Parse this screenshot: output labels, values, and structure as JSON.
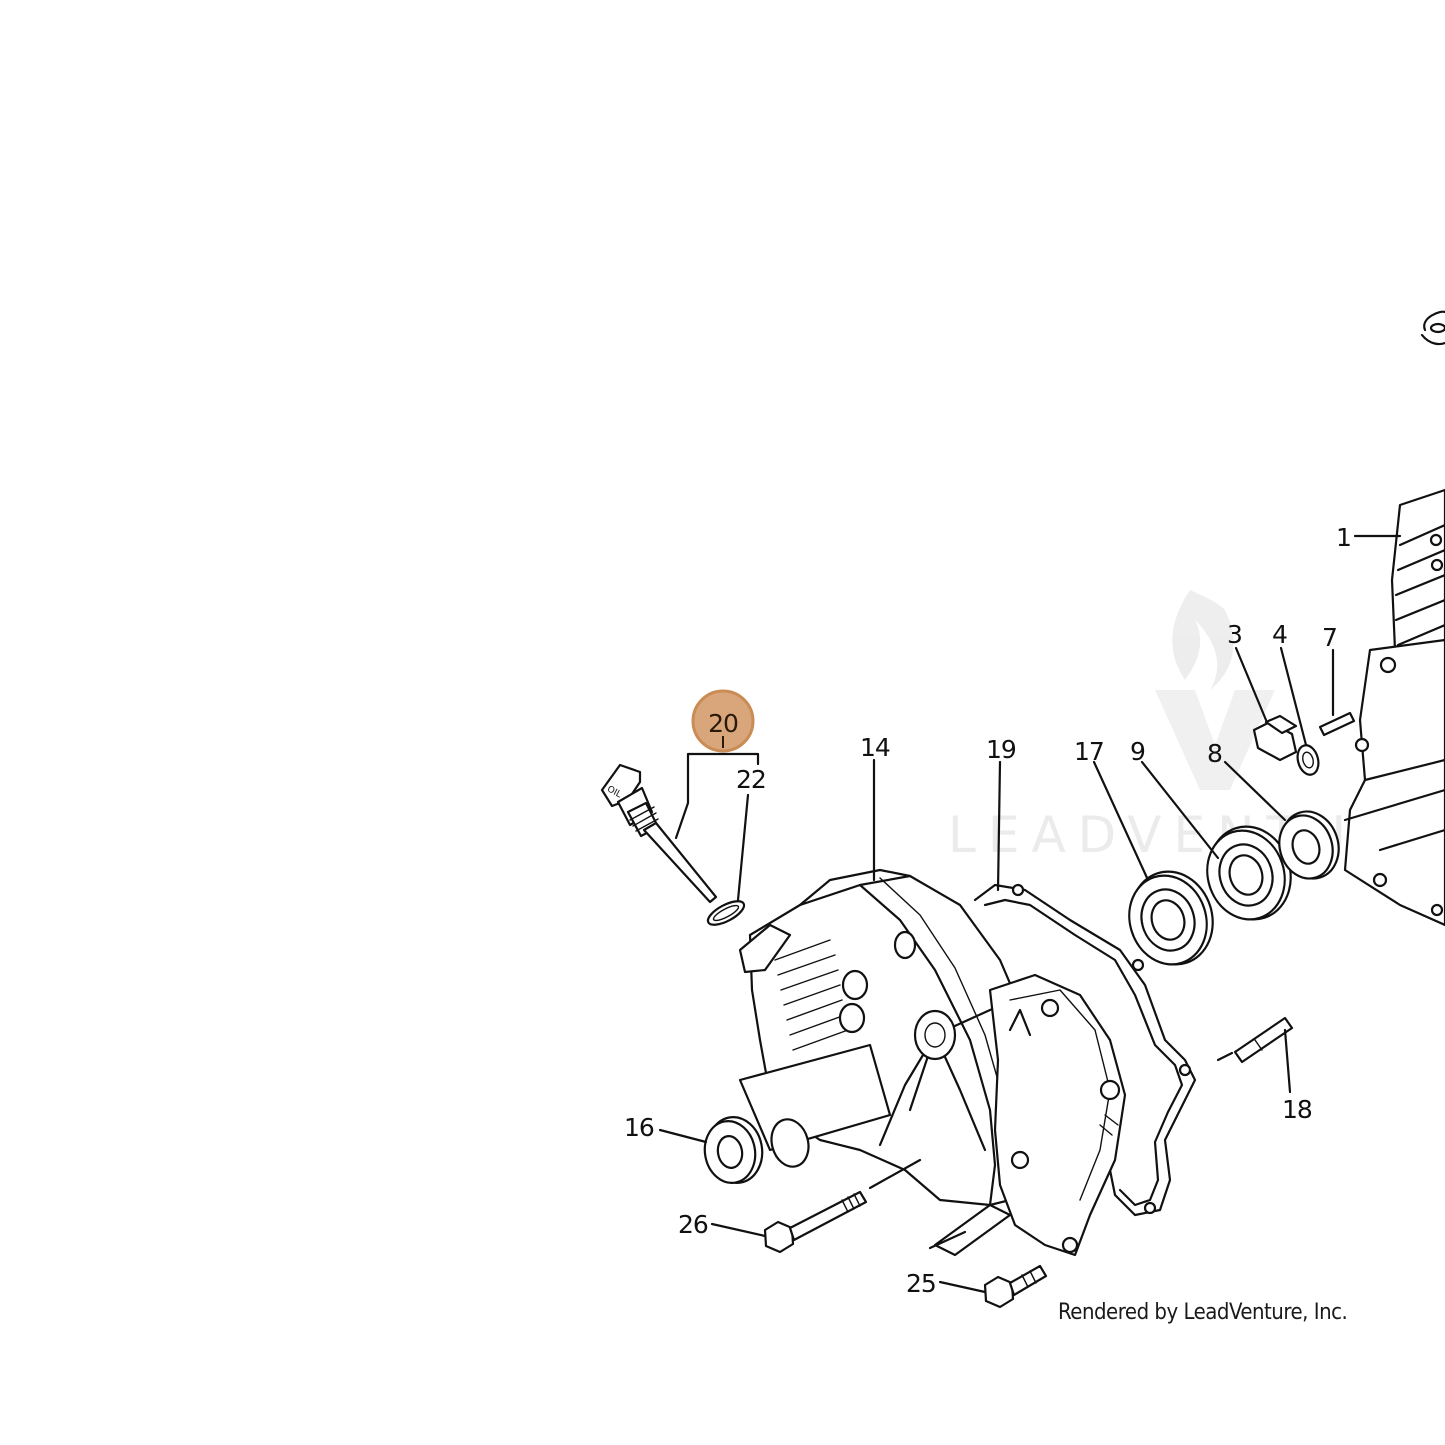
{
  "diagram": {
    "highlighted_callout": "20",
    "highlight_color": "#d9a57a",
    "callouts": {
      "c1": "1",
      "c3": "3",
      "c4": "4",
      "c7": "7",
      "c8": "8",
      "c9": "9",
      "c14": "14",
      "c16": "16",
      "c17": "17",
      "c18": "18",
      "c19": "19",
      "c20": "20",
      "c22": "22",
      "c25": "25",
      "c26": "26"
    },
    "dipstick_label": "OIL",
    "watermark": "LEADVENTURE"
  },
  "credit": "Rendered by LeadVenture, Inc."
}
